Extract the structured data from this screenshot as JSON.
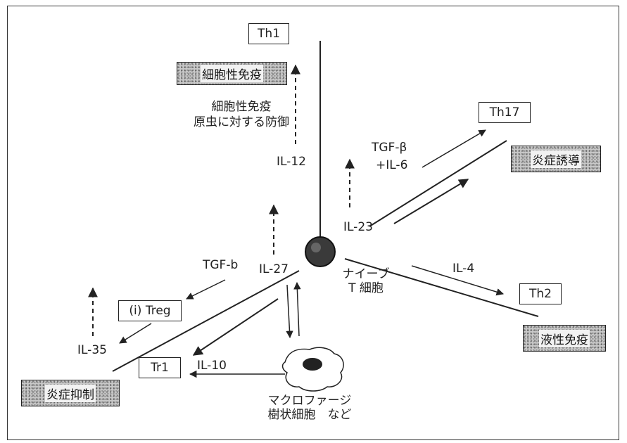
{
  "cells": {
    "th1": "Th1",
    "th17": "Th17",
    "th2": "Th2",
    "treg": "(i) Treg",
    "tr1": "Tr1",
    "naive": "ナイーブ\nT 細胞",
    "macrophage": "マクロファージ\n樹状細胞　など"
  },
  "outcomes": {
    "cellular_immunity": "細胞性免疫",
    "inflammation_induction": "炎症誘導",
    "humoral_immunity": "液性免疫",
    "inflammation_suppression": "炎症抑制"
  },
  "labels": {
    "th1_function_line1": "細胞性免疫",
    "th1_function_line2": "原虫に対する防御",
    "il12": "IL-12",
    "tgf_beta": "TGF-β",
    "il6": "+IL-6",
    "il23": "IL-23",
    "il4": "IL-4",
    "tgf_b": "TGF-b",
    "il27": "IL-27",
    "il35": "IL-35",
    "il10": "IL-10"
  },
  "colors": {
    "ink": "#222222",
    "shade": "#c9c9c9"
  }
}
